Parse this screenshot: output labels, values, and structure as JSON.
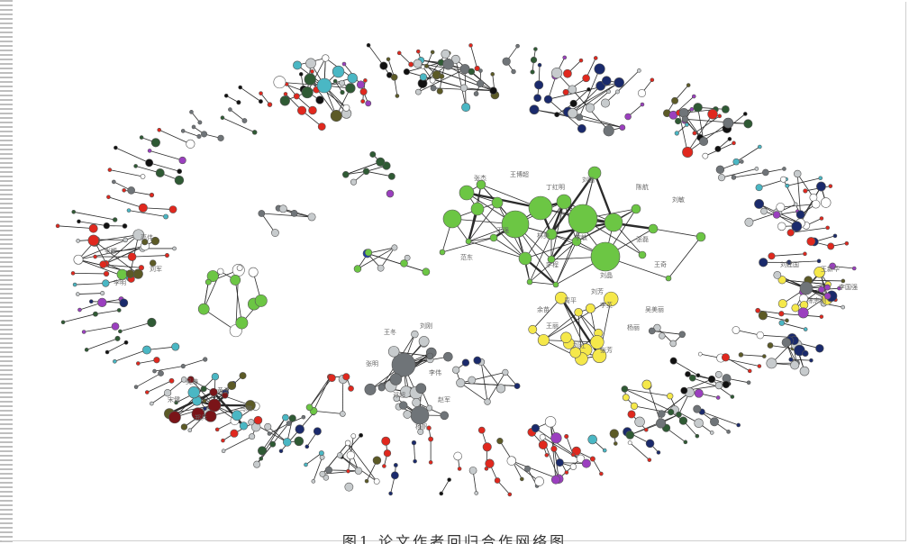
{
  "caption": "图1 论文作者回归合作网络图",
  "colors": {
    "green": "#6cc644",
    "yellow": "#f5e84a",
    "gray": "#6f7478",
    "lightgray": "#c7cbcd",
    "red": "#e0281e",
    "darkred": "#7a1418",
    "purple": "#9b3fbf",
    "navy": "#1a2a6c",
    "teal": "#4ab7c4",
    "olive": "#5c5a26",
    "darkgreen": "#2f5a34",
    "white": "#ffffff",
    "black": "#111111",
    "blue": "#1f3fa8"
  },
  "clusters": [
    {
      "id": "green-core",
      "labels": [
        "张杰",
        "王博超",
        "丁红明",
        "刘鹏",
        "陈航",
        "王强",
        "林美",
        "李敏",
        "张磊",
        "李程",
        "刘晶",
        "王奇",
        "范东",
        "刘敏"
      ]
    },
    {
      "id": "yellow",
      "labels": [
        "周平",
        "李英",
        "王丽",
        "杨丽",
        "刘红",
        "张芳",
        "吴美丽",
        "余苗",
        "刘芳"
      ]
    },
    {
      "id": "gray-hub",
      "labels": [
        "王冬",
        "刘刚",
        "张明",
        "李伟",
        "邓超",
        "赵军",
        "杨帆"
      ]
    },
    {
      "id": "darkred",
      "labels": [
        "吴涛",
        "黄勇",
        "马琳",
        "郑兵",
        "宋健"
      ]
    },
    {
      "id": "left-mixed",
      "labels": [
        "张颖",
        "高伟",
        "刘军",
        "李明"
      ]
    },
    {
      "id": "right-mixed",
      "labels": [
        "刘建国",
        "王新华",
        "陈志刚",
        "李国强"
      ]
    }
  ]
}
